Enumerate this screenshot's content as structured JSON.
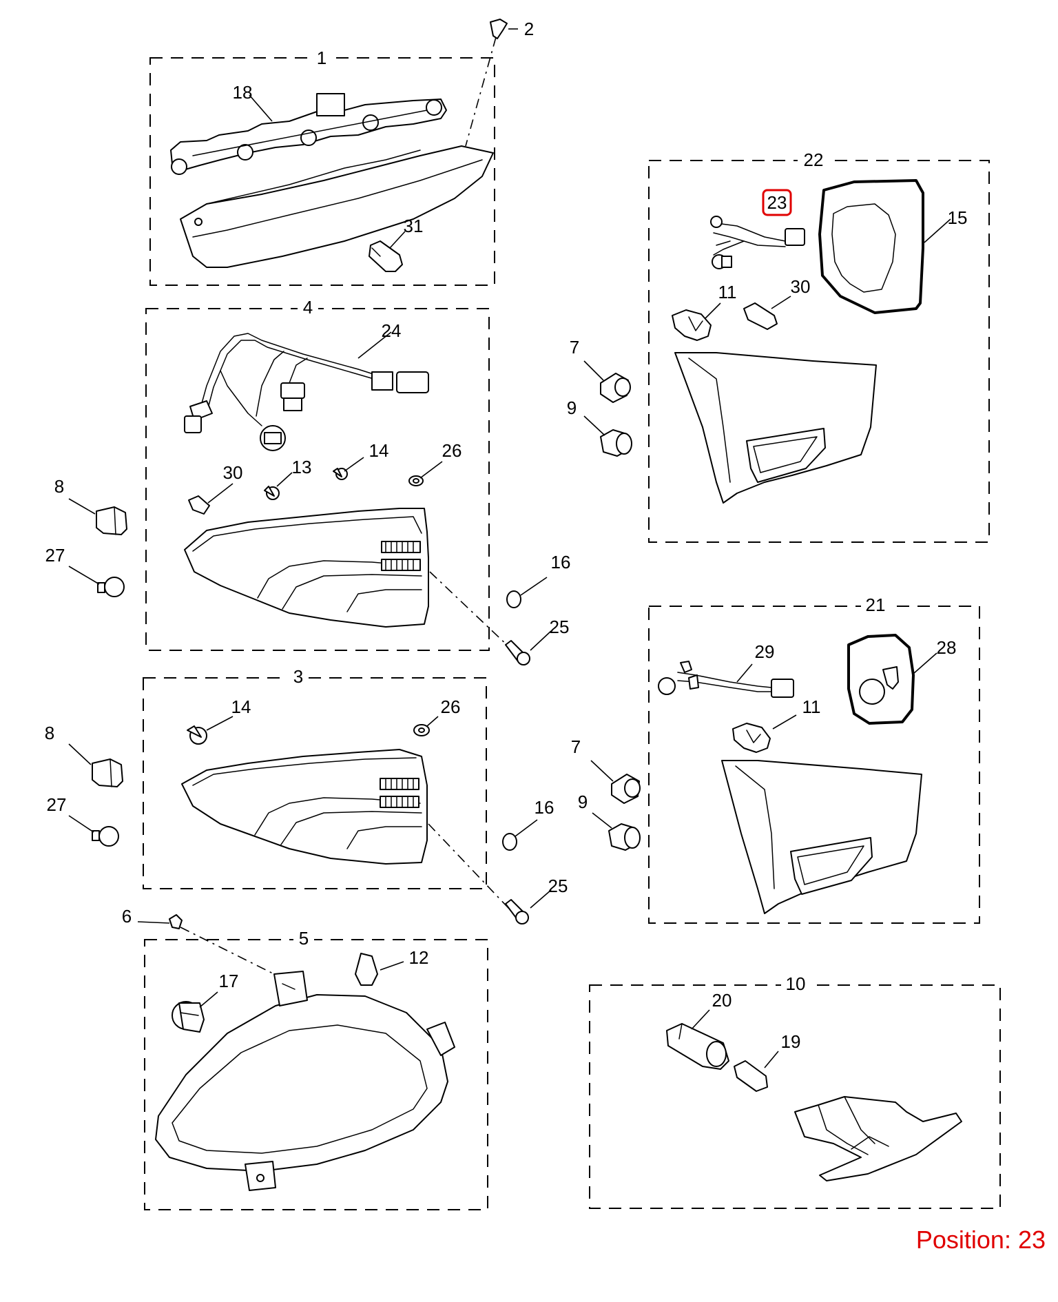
{
  "diagram": {
    "callouts": {
      "c1": "1",
      "c2": "2",
      "c3": "3",
      "c4": "4",
      "c5": "5",
      "c6": "6",
      "c7a": "7",
      "c7b": "7",
      "c8a": "8",
      "c8b": "8",
      "c9a": "9",
      "c9b": "9",
      "c10": "10",
      "c11a": "11",
      "c11b": "11",
      "c12": "12",
      "c13": "13",
      "c14a": "14",
      "c14b": "14",
      "c15": "15",
      "c16a": "16",
      "c16b": "16",
      "c17": "17",
      "c18": "18",
      "c19": "19",
      "c20": "20",
      "c21": "21",
      "c22": "22",
      "c23": "23",
      "c24": "24",
      "c25a": "25",
      "c25b": "25",
      "c26a": "26",
      "c26b": "26",
      "c27a": "27",
      "c27b": "27",
      "c28": "28",
      "c29": "29",
      "c30a": "30",
      "c30b": "30",
      "c31": "31"
    },
    "highlighted_callout": "23",
    "highlight_color": "#e00000",
    "position_label": "Position: 23"
  }
}
